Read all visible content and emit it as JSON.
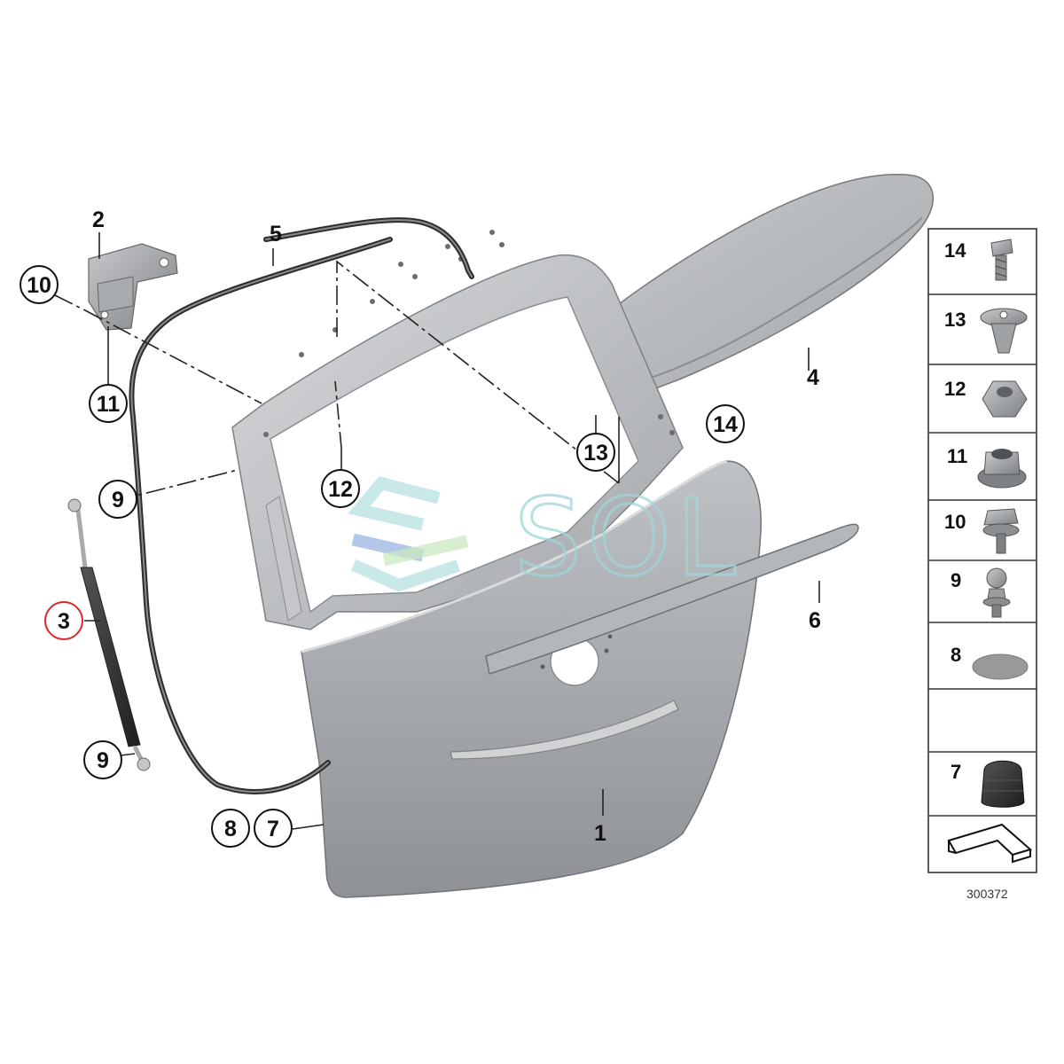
{
  "callouts": {
    "c1": "1",
    "c2": "2",
    "c3": "3",
    "c4": "4",
    "c5": "5",
    "c6": "6",
    "c7": "7",
    "c8": "8",
    "c9a": "9",
    "c9b": "9",
    "c10": "10",
    "c11": "11",
    "c12": "12",
    "c13": "13",
    "c14": "14"
  },
  "highlight_color": "#d9262b",
  "legend": {
    "items": [
      {
        "num": "14",
        "icon": "bolt-icon"
      },
      {
        "num": "13",
        "icon": "expanding-rivet-icon"
      },
      {
        "num": "12",
        "icon": "hex-nut-icon"
      },
      {
        "num": "11",
        "icon": "flange-nut-icon"
      },
      {
        "num": "10",
        "icon": "collar-bolt-icon"
      },
      {
        "num": "9",
        "icon": "ball-stud-icon"
      },
      {
        "num": "8",
        "icon": "round-pad-icon"
      },
      {
        "num": "7",
        "icon": "rubber-buffer-icon"
      }
    ],
    "diagram_code": "300372"
  },
  "watermark": {
    "text": "SOL"
  }
}
